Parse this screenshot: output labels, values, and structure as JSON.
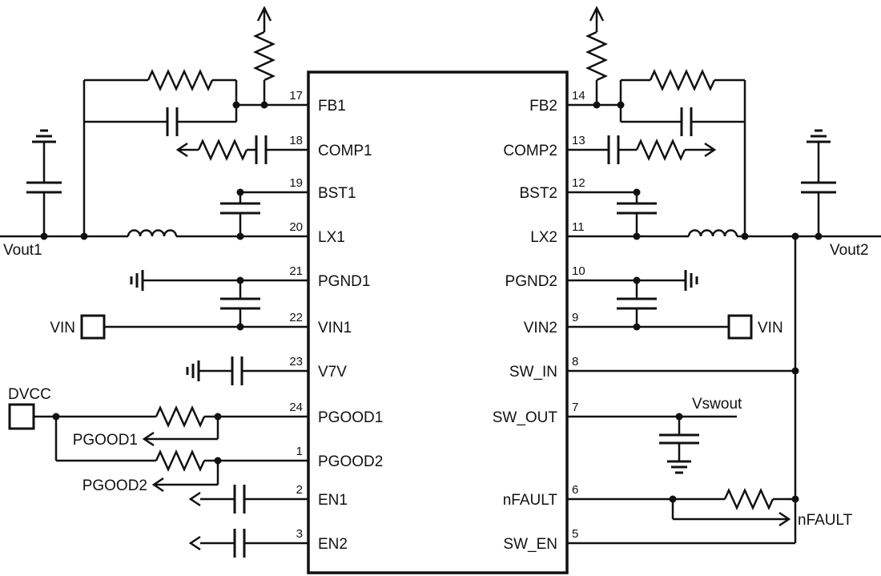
{
  "ic": {
    "left_pins": [
      {
        "num": "17",
        "name": "FB1"
      },
      {
        "num": "18",
        "name": "COMP1"
      },
      {
        "num": "19",
        "name": "BST1"
      },
      {
        "num": "20",
        "name": "LX1"
      },
      {
        "num": "21",
        "name": "PGND1"
      },
      {
        "num": "22",
        "name": "VIN1"
      },
      {
        "num": "23",
        "name": "V7V"
      },
      {
        "num": "24",
        "name": "PGOOD1"
      },
      {
        "num": "1",
        "name": "PGOOD2"
      },
      {
        "num": "2",
        "name": "EN1"
      },
      {
        "num": "3",
        "name": "EN2"
      }
    ],
    "right_pins": [
      {
        "num": "14",
        "name": "FB2"
      },
      {
        "num": "13",
        "name": "COMP2"
      },
      {
        "num": "12",
        "name": "BST2"
      },
      {
        "num": "11",
        "name": "LX2"
      },
      {
        "num": "10",
        "name": "PGND2"
      },
      {
        "num": "9",
        "name": "VIN2"
      },
      {
        "num": "8",
        "name": "SW_IN"
      },
      {
        "num": "7",
        "name": "SW_OUT"
      },
      {
        "num": "6",
        "name": "nFAULT"
      },
      {
        "num": "5",
        "name": "SW_EN"
      }
    ]
  },
  "nets": {
    "vout1": "Vout1",
    "vout2": "Vout2",
    "vin1": "VIN",
    "vin2": "VIN",
    "dvcc": "DVCC",
    "pgood1_out": "PGOOD1",
    "pgood2_out": "PGOOD2",
    "vswout": "Vswout",
    "nfault_out": "nFAULT"
  },
  "colors": {
    "line": "#111111",
    "background": "#ffffff"
  }
}
